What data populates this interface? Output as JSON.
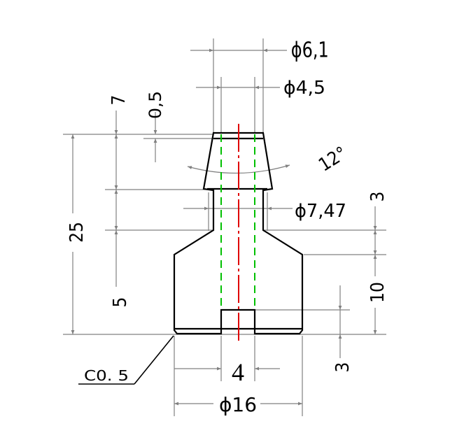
{
  "drawing": {
    "colors": {
      "outline": "#000000",
      "dimension": "#808080",
      "centerline": "#e00000",
      "hidden": "#00c000",
      "background": "#ffffff"
    },
    "dimensions": {
      "d_top_outer": "ϕ6,1",
      "d_bore": "ϕ4,5",
      "chamfer_top": "0,5",
      "len_barb": "7",
      "angle": "12°",
      "d_barb": "ϕ7,47",
      "len_neck": "3",
      "len_total": "25",
      "len_body": "5",
      "len_base": "10",
      "slot_width": "4",
      "slot_depth": "3",
      "d_base": "ϕ16",
      "chamfer_base": "C0. 5"
    }
  }
}
